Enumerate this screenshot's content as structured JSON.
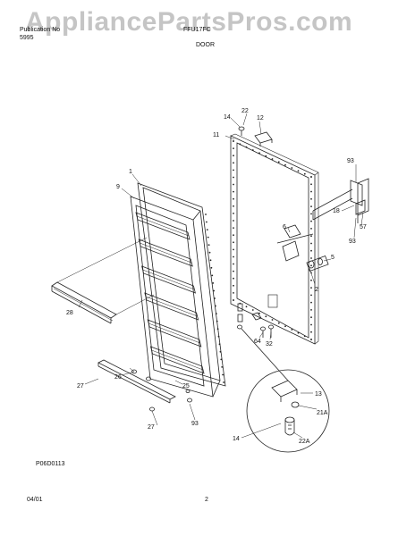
{
  "watermark": "AppliancePartsPros.com",
  "header": {
    "publication_label": "Publication No",
    "publication_number": "5995",
    "model_label": "FFU17FC",
    "section_title": "DOOR"
  },
  "callouts": {
    "c1": "1",
    "c2": "2",
    "c5": "5",
    "c6": "6",
    "c9": "9",
    "c11": "11",
    "c12": "12",
    "c13": "13",
    "c14a": "14",
    "c14b": "14",
    "c18": "18",
    "c21a": "21A",
    "c22": "22",
    "c22a": "22A",
    "c25": "25",
    "c26": "26",
    "c27a": "27",
    "c27b": "27",
    "c28": "28",
    "c32": "32",
    "c57": "57",
    "c64": "64",
    "c93a": "93",
    "c93b": "93",
    "c93c": "93"
  },
  "diagram_code": "P06D0113",
  "footer": {
    "date": "04/01",
    "page_number": "2"
  }
}
